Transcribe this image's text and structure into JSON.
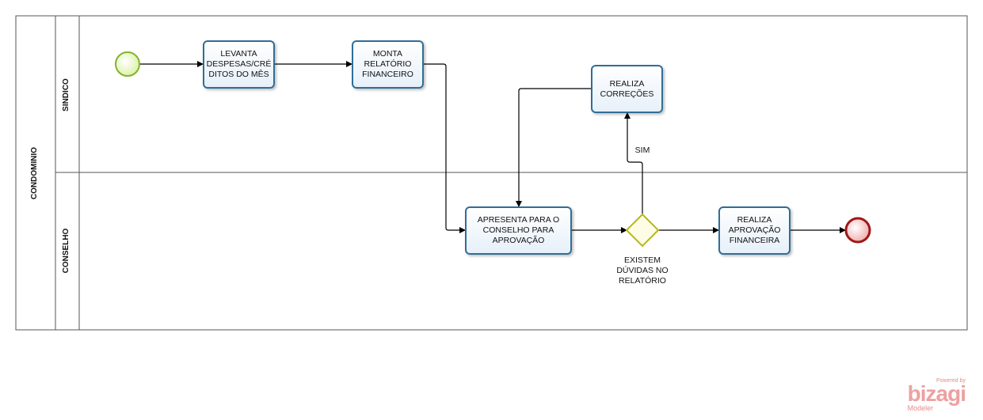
{
  "pool": {
    "label": "CONDOMINIO"
  },
  "lanes": [
    {
      "label": "SINDICO"
    },
    {
      "label": "CONSELHO"
    }
  ],
  "tasks": {
    "levanta": "LEVANTA\nDESPESAS/CRÉ\nDITOS DO MÊS",
    "monta": "MONTA\nRELATÓRIO\nFINANCEIRO",
    "correcoes": "REALIZA\nCORREÇÕES",
    "apresenta": "APRESENTA PARA O\nCONSELHO PARA\nAPROVAÇÃO",
    "aprovacao": "REALIZA\nAPROVAÇÃO\nFINANCEIRA"
  },
  "gateway": {
    "label": "EXISTEM\nDÚVIDAS NO\nRELATÓRIO"
  },
  "flow_labels": {
    "sim": "SIM"
  },
  "colors": {
    "task_border": "#2f6e97",
    "start_fill": "#e9f7c4",
    "start_stroke": "#7fb52a",
    "end_fill": "#f7c9c9",
    "end_stroke": "#a01818",
    "gateway_fill": "#fdfde6",
    "gateway_stroke": "#b7b71e"
  },
  "logo": {
    "powered": "Powered by",
    "brand": "bizagi",
    "product": "Modeler"
  }
}
